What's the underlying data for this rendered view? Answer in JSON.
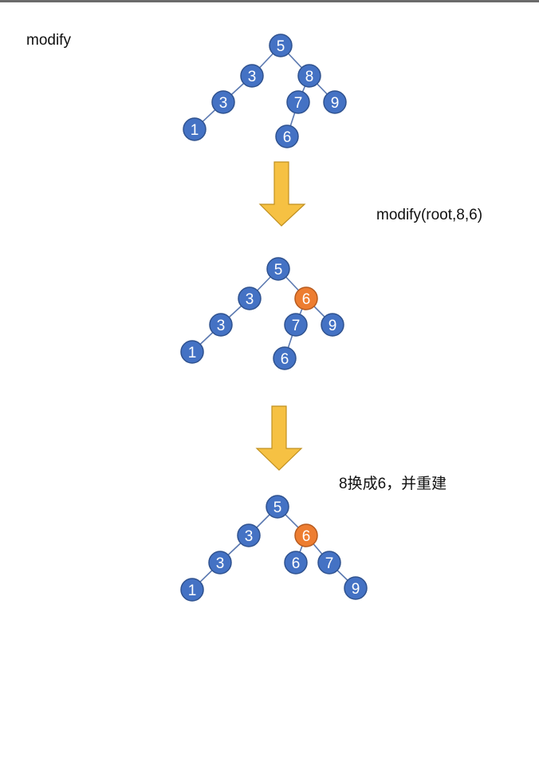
{
  "labels": {
    "title": "modify",
    "step1": "modify(root,8,6)",
    "step2": "8换成6，并重建"
  },
  "colors": {
    "node_blue": "#4472C4",
    "node_orange": "#ED7D31",
    "node_stroke": "#2F528F",
    "edge": "#5A78B0",
    "arrow_fill": "#F6C143",
    "arrow_stroke": "#C09020"
  },
  "trees": [
    {
      "name": "original",
      "nodes": [
        {
          "id": "t1n5",
          "value": "5"
        },
        {
          "id": "t1n3a",
          "value": "3"
        },
        {
          "id": "t1n8",
          "value": "8"
        },
        {
          "id": "t1n3b",
          "value": "3"
        },
        {
          "id": "t1n7",
          "value": "7"
        },
        {
          "id": "t1n9",
          "value": "9"
        },
        {
          "id": "t1n1",
          "value": "1"
        },
        {
          "id": "t1n6",
          "value": "6"
        }
      ]
    },
    {
      "name": "after-modify",
      "nodes": [
        {
          "id": "t2n5",
          "value": "5"
        },
        {
          "id": "t2n3a",
          "value": "3"
        },
        {
          "id": "t2n6h",
          "value": "6",
          "highlight": true
        },
        {
          "id": "t2n3b",
          "value": "3"
        },
        {
          "id": "t2n7",
          "value": "7"
        },
        {
          "id": "t2n9",
          "value": "9"
        },
        {
          "id": "t2n1",
          "value": "1"
        },
        {
          "id": "t2n6",
          "value": "6"
        }
      ]
    },
    {
      "name": "rebuilt",
      "nodes": [
        {
          "id": "t3n5",
          "value": "5"
        },
        {
          "id": "t3n3a",
          "value": "3"
        },
        {
          "id": "t3n6h",
          "value": "6",
          "highlight": true
        },
        {
          "id": "t3n3b",
          "value": "3"
        },
        {
          "id": "t3n6",
          "value": "6"
        },
        {
          "id": "t3n7",
          "value": "7"
        },
        {
          "id": "t3n1",
          "value": "1"
        },
        {
          "id": "t3n9",
          "value": "9"
        }
      ]
    }
  ]
}
